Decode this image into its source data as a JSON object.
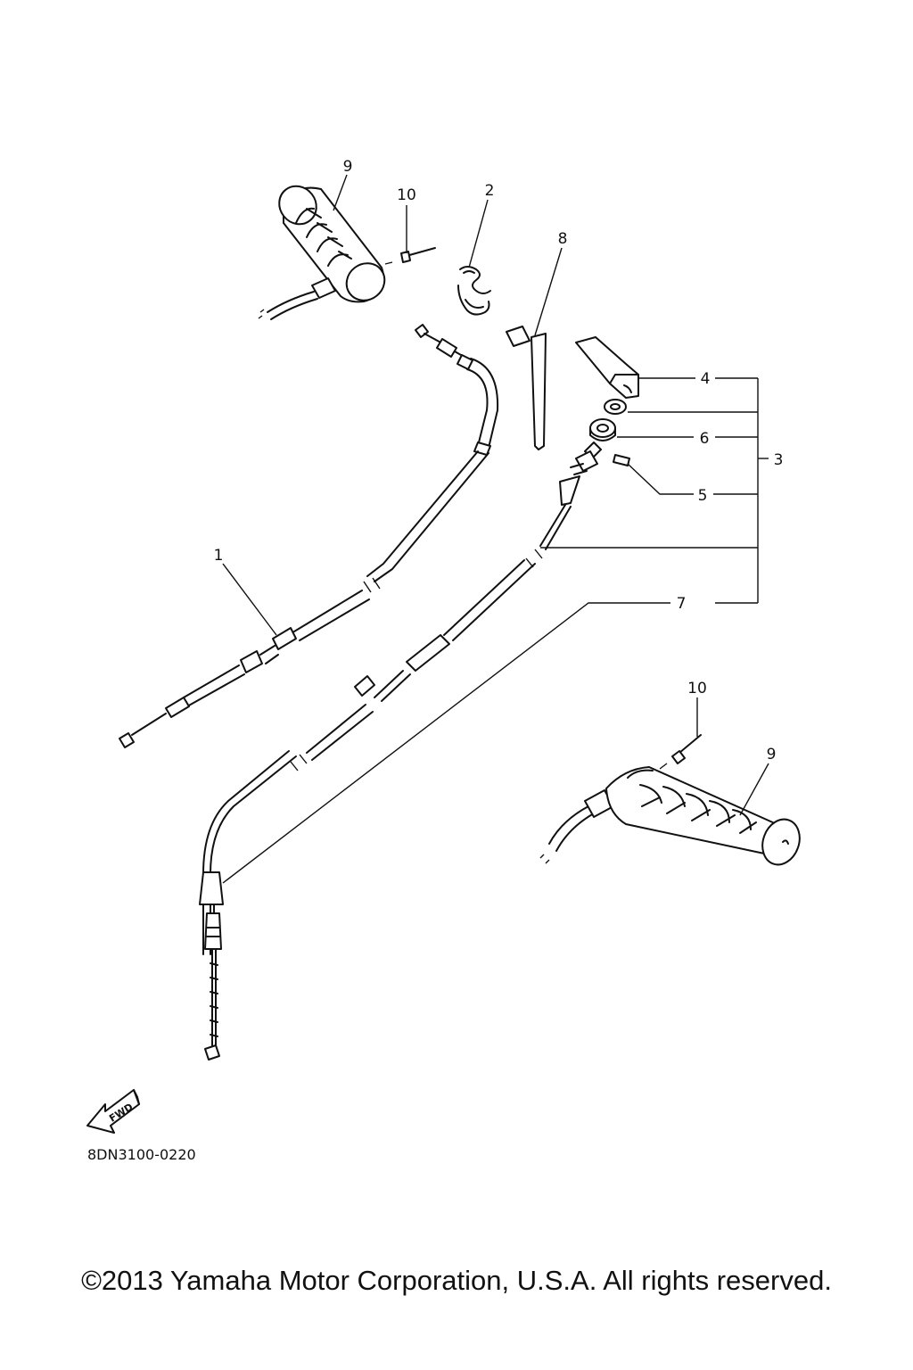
{
  "diagram": {
    "callouts": {
      "c1": "1",
      "c2": "2",
      "c3": "3",
      "c4": "4",
      "c5": "5",
      "c6": "6",
      "c7": "7",
      "c8": "8",
      "c9_top": "9",
      "c9_bottom": "9",
      "c10_top": "10",
      "c10_bottom": "10"
    },
    "fwd_label": "FWD",
    "diagram_code": "8DN3100-0220"
  },
  "footer": {
    "copyright": "©2013 Yamaha Motor Corporation, U.S.A. All rights reserved."
  },
  "colors": {
    "ink": "#111111",
    "background": "#ffffff"
  }
}
